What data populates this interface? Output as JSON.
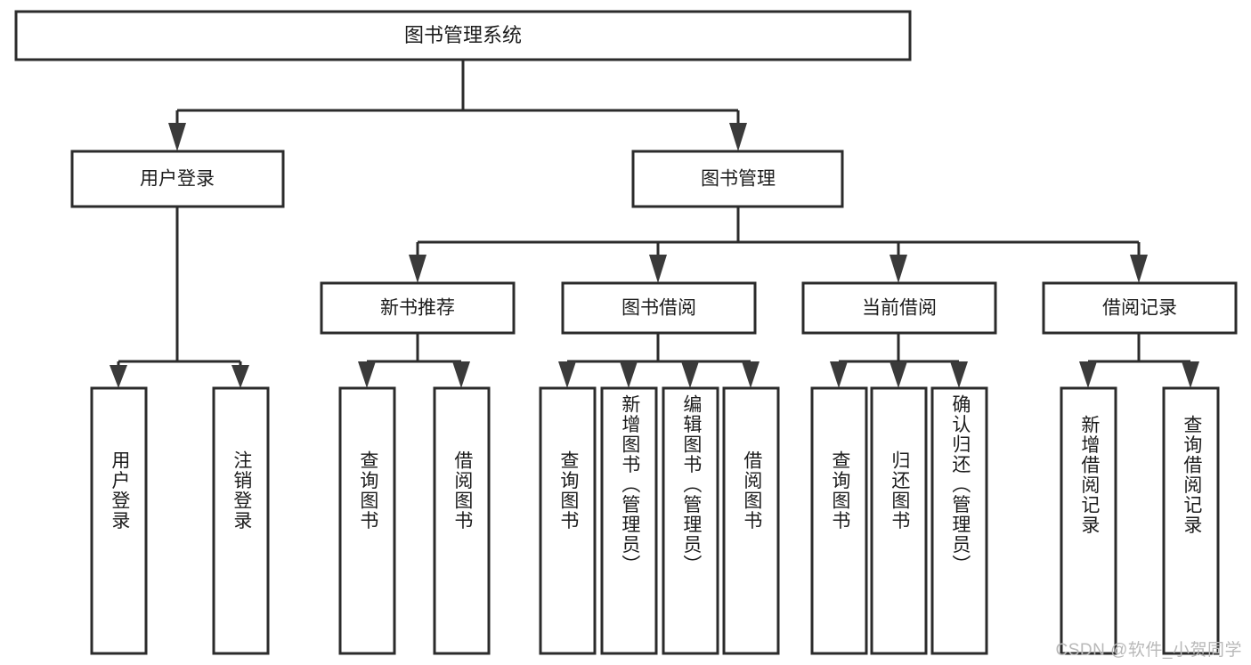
{
  "diagram": {
    "type": "tree-hierarchy",
    "title": "图书管理系统",
    "watermark": "CSDN @软件_小贺同学",
    "colors": {
      "box_stroke": "#2b2b2b",
      "box_fill": "#ffffff",
      "connector": "#2b2b2b",
      "arrow": "#3a3a3a",
      "text": "#1c1c1c",
      "watermark": "#b9b9b9",
      "background": "#ffffff"
    },
    "levels": [
      {
        "level": 0,
        "nodes": [
          {
            "id": "root",
            "label": "图书管理系统",
            "orientation": "horizontal"
          }
        ]
      },
      {
        "level": 1,
        "nodes": [
          {
            "id": "user-login",
            "label": "用户登录",
            "orientation": "horizontal",
            "parent": "root"
          },
          {
            "id": "book-manage",
            "label": "图书管理",
            "orientation": "horizontal",
            "parent": "root"
          }
        ]
      },
      {
        "level": 2,
        "nodes": [
          {
            "id": "new-book-rec",
            "label": "新书推荐",
            "orientation": "horizontal",
            "parent": "book-manage"
          },
          {
            "id": "book-borrow",
            "label": "图书借阅",
            "orientation": "horizontal",
            "parent": "book-manage"
          },
          {
            "id": "current-borrow",
            "label": "当前借阅",
            "orientation": "horizontal",
            "parent": "book-manage"
          },
          {
            "id": "borrow-record",
            "label": "借阅记录",
            "orientation": "horizontal",
            "parent": "book-manage"
          }
        ]
      },
      {
        "level": 3,
        "nodes": [
          {
            "id": "leaf-user-login",
            "label": "用户登录",
            "orientation": "vertical",
            "parent": "user-login"
          },
          {
            "id": "leaf-logout",
            "label": "注销登录",
            "orientation": "vertical",
            "parent": "user-login"
          },
          {
            "id": "leaf-query-book-1",
            "label": "查询图书",
            "orientation": "vertical",
            "parent": "new-book-rec"
          },
          {
            "id": "leaf-borrow-book-1",
            "label": "借阅图书",
            "orientation": "vertical",
            "parent": "new-book-rec"
          },
          {
            "id": "leaf-query-book-2",
            "label": "查询图书",
            "orientation": "vertical",
            "parent": "book-borrow"
          },
          {
            "id": "leaf-add-book",
            "label": "新增图书（管理员）",
            "orientation": "vertical",
            "parent": "book-borrow"
          },
          {
            "id": "leaf-edit-book",
            "label": "编辑图书（管理员）",
            "orientation": "vertical",
            "parent": "book-borrow"
          },
          {
            "id": "leaf-borrow-book-2",
            "label": "借阅图书",
            "orientation": "vertical",
            "parent": "book-borrow"
          },
          {
            "id": "leaf-query-book-3",
            "label": "查询图书",
            "orientation": "vertical",
            "parent": "current-borrow"
          },
          {
            "id": "leaf-return-book",
            "label": "归还图书",
            "orientation": "vertical",
            "parent": "current-borrow"
          },
          {
            "id": "leaf-confirm-return",
            "label": "确认归还（管理员）",
            "orientation": "vertical",
            "parent": "current-borrow"
          },
          {
            "id": "leaf-add-record",
            "label": "新增借阅记录",
            "orientation": "vertical",
            "parent": "borrow-record"
          },
          {
            "id": "leaf-query-record",
            "label": "查询借阅记录",
            "orientation": "vertical",
            "parent": "borrow-record"
          }
        ]
      }
    ]
  }
}
